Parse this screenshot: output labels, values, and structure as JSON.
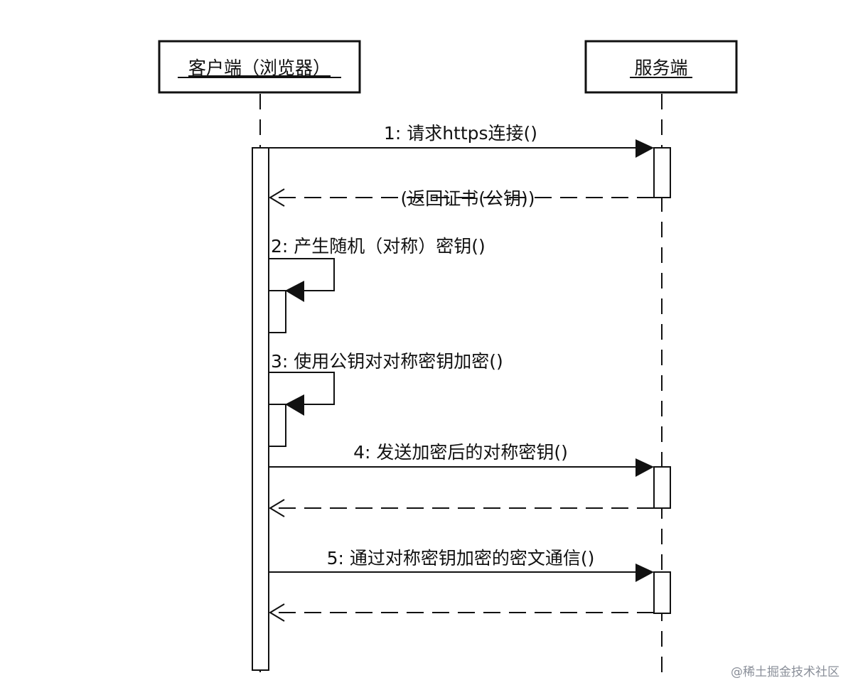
{
  "actors": {
    "client": "客户端（浏览器）",
    "server": "服务端"
  },
  "messages": {
    "m1": "1: 请求https连接()",
    "r1": "(返回证书(公钥))",
    "m2": "2: 产生随机（对称）密钥()",
    "m3": "3: 使用公钥对对称密钥加密()",
    "m4": "4: 发送加密后的对称密钥()",
    "m5": "5: 通过对称密钥加密的密文通信()"
  },
  "watermark": "@稀土掘金技术社区",
  "colors": {
    "line": "#111111",
    "background": "#ffffff",
    "watermark": "#8a8f99"
  }
}
